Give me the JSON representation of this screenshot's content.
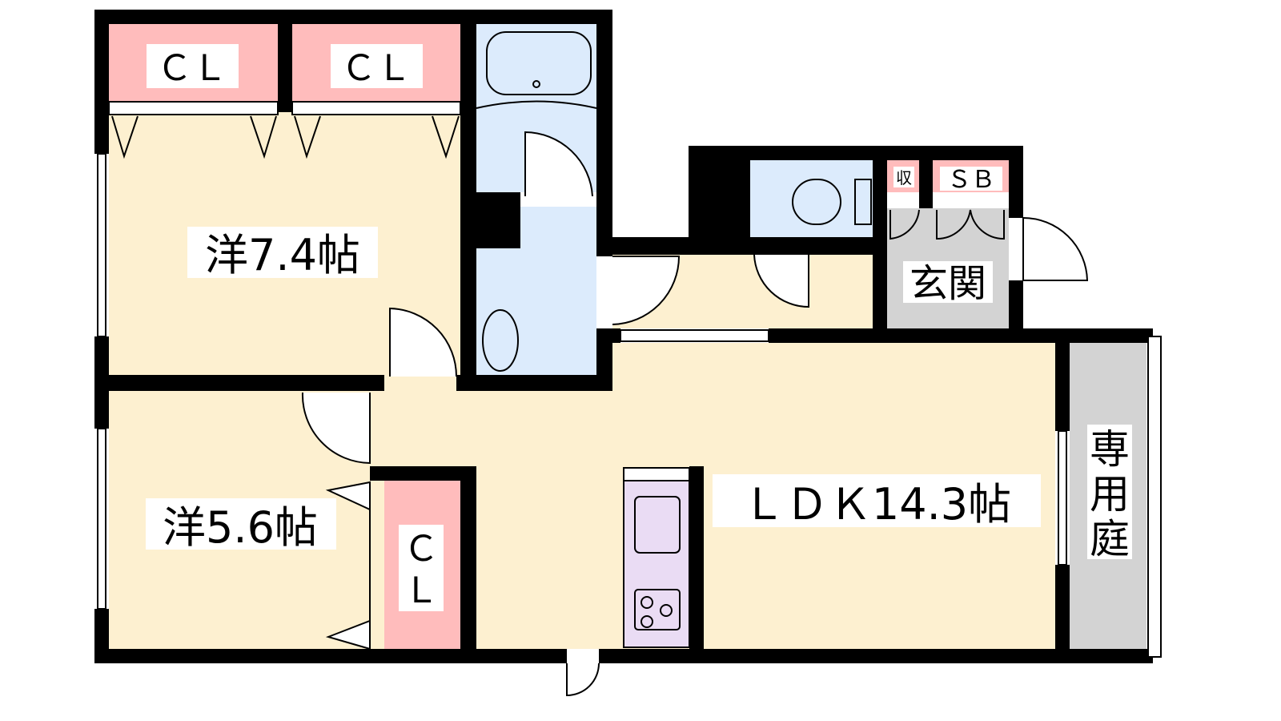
{
  "rooms": {
    "western1": "洋7.4帖",
    "western2": "洋5.6帖",
    "ldk": "ＬＤＫ14.3帖",
    "entrance": "玄関",
    "garden": [
      "専",
      "用",
      "庭"
    ],
    "closet1": "ＣＬ",
    "closet2": "ＣＬ",
    "closet3": [
      "Ｃ",
      "Ｌ"
    ],
    "storage": "収",
    "shoe_box": "ＳＢ"
  },
  "colors": {
    "room": "#fdf0d0",
    "closet": "#ffbcbc",
    "wet": "#dcebfc",
    "entrance": "#d3d3d3",
    "kitchen": "#eadcf4",
    "wall": "#000000"
  }
}
